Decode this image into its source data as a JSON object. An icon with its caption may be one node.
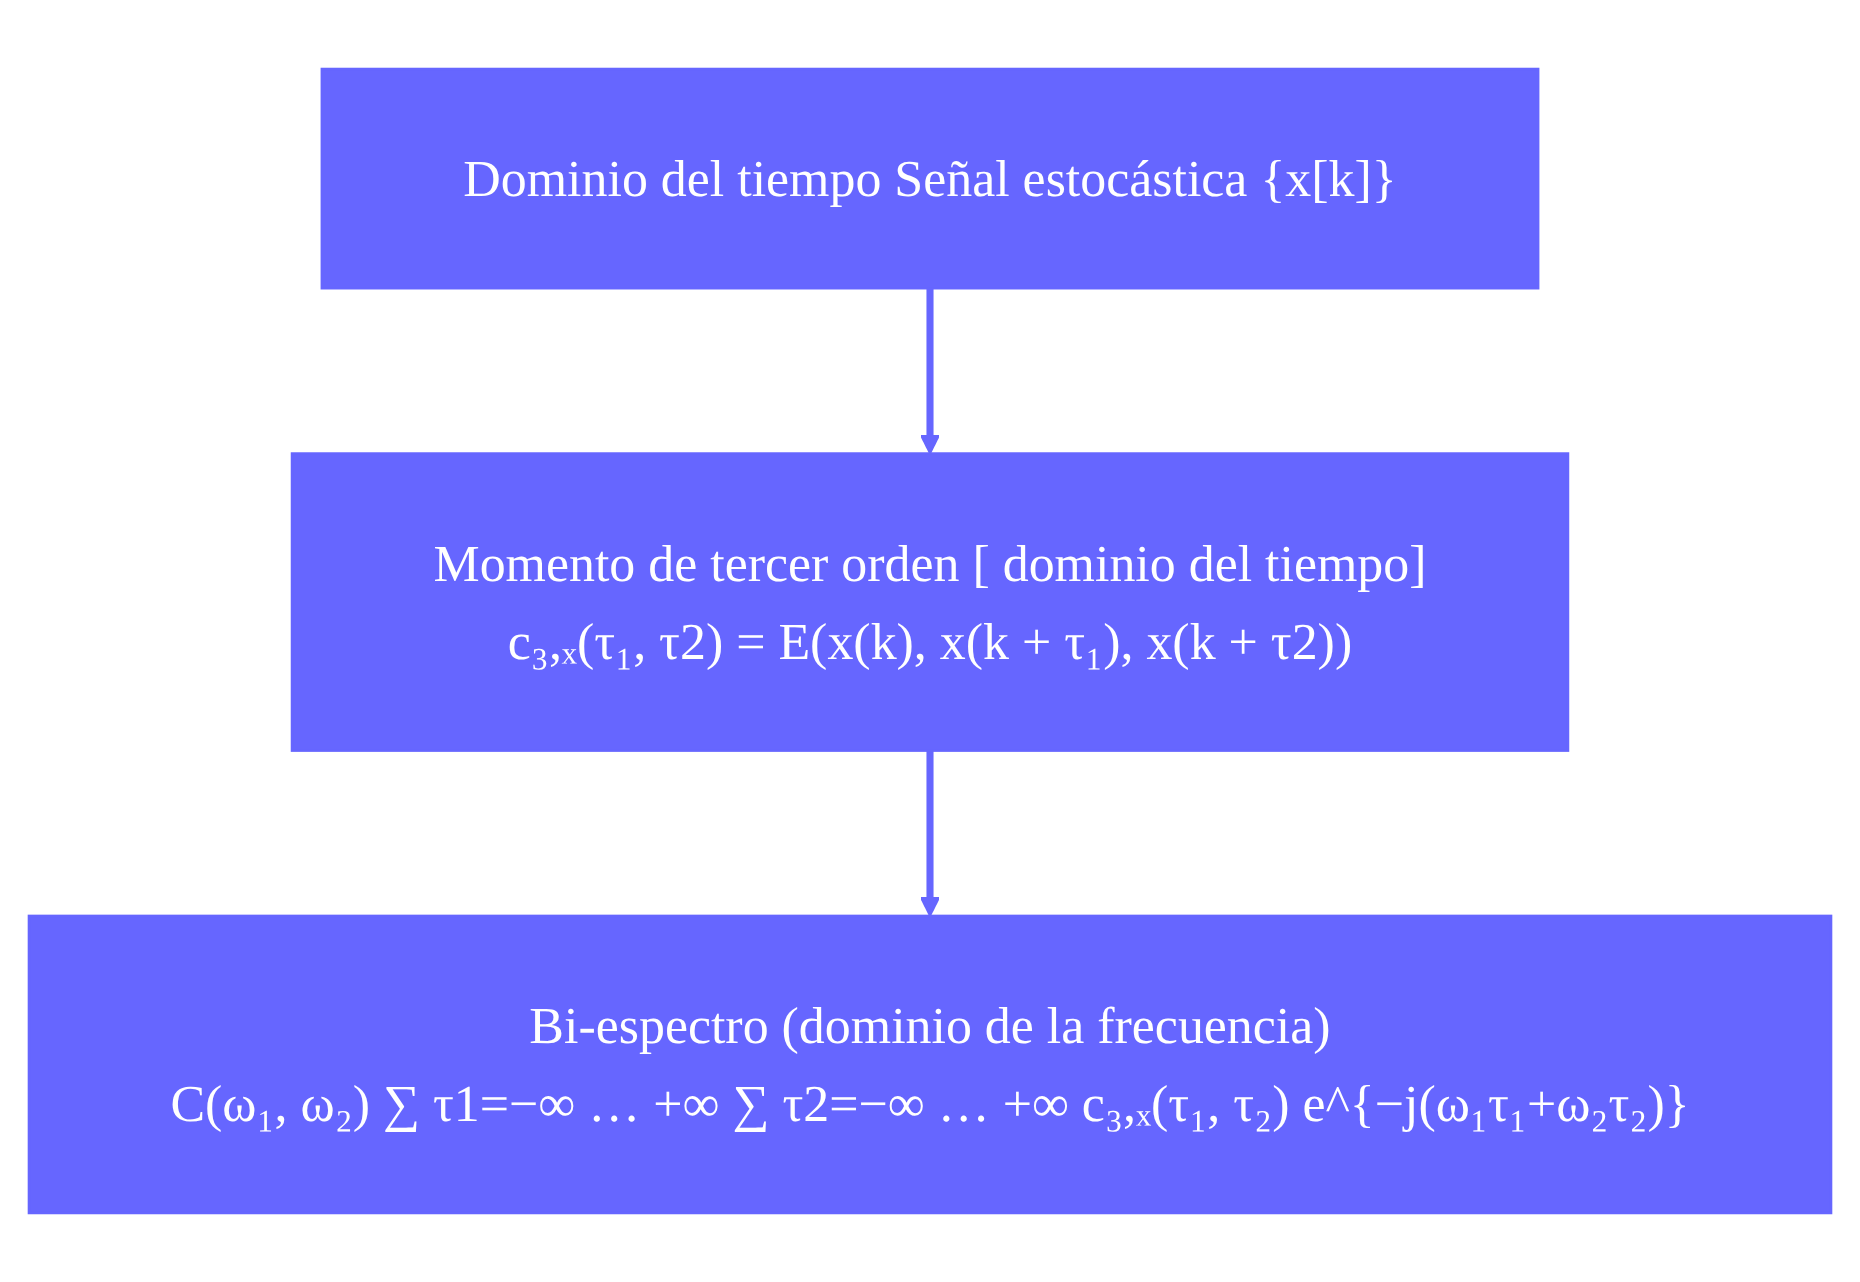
{
  "diagram": {
    "nodes": [
      {
        "text": [
          "Dominio del tiempo Señal estocástica {x[k]}"
        ]
      },
      {
        "text": [
          "Momento de tercer orden [ dominio del tiempo]",
          "c₃,ₓ(τ₁, τ2) = E(x(k), x(k + τ₁), x(k + τ2))"
        ]
      },
      {
        "text": [
          "Bi-espectro (dominio de la frecuencia)",
          "C(ω₁, ω₂) ∑ τ1=−∞ … +∞ ∑ τ2=−∞ … +∞ c₃,ₓ(τ₁, τ₂) e^{−j(ω₁τ₁+ω₂τ₂)}"
        ]
      }
    ],
    "edges": [
      {
        "from": 0,
        "to": 1,
        "arrow": "to"
      },
      {
        "from": 1,
        "to": 2,
        "arrow": "to"
      }
    ]
  }
}
